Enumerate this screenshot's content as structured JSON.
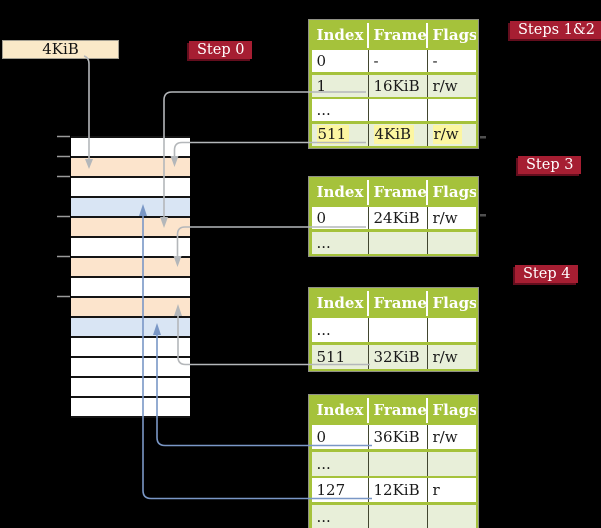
{
  "colors": {
    "background": "#000000",
    "box_wheat": "#FAE9C8",
    "label_red": "#A61E32",
    "table_header_green": "#A5C23B",
    "table_row_green": "#E8EFD9",
    "memory_orange": "#FCE4CC",
    "memory_blue": "#D9E5F4",
    "highlight_yellow": "#FCF6A1",
    "arrow_gray": "#B4B7BA",
    "arrow_blue": "#7A97C6"
  },
  "page_size_box": {
    "label": "4KiB"
  },
  "step_labels": {
    "step0": "Step 0",
    "steps12": "Steps 1&2",
    "step3": "Step 3",
    "step4": "Step 4"
  },
  "page_tables": [
    {
      "headers": [
        "Index",
        "Frame",
        "Flags"
      ],
      "rows": [
        {
          "index": "0",
          "frame": "-",
          "flags": "-",
          "shade": "white",
          "highlight": false
        },
        {
          "index": "1",
          "frame": "16KiB",
          "flags": "r/w",
          "shade": "green",
          "highlight": false
        },
        {
          "index": "...",
          "frame": "",
          "flags": "",
          "shade": "white",
          "highlight": false
        },
        {
          "index": "511",
          "frame": "4KiB",
          "flags": "r/w",
          "shade": "green",
          "highlight": true
        }
      ]
    },
    {
      "headers": [
        "Index",
        "Frame",
        "Flags"
      ],
      "rows": [
        {
          "index": "0",
          "frame": "24KiB",
          "flags": "r/w",
          "shade": "white",
          "highlight": false
        },
        {
          "index": "...",
          "frame": "",
          "flags": "",
          "shade": "green",
          "highlight": false
        }
      ]
    },
    {
      "headers": [
        "Index",
        "Frame",
        "Flags"
      ],
      "rows": [
        {
          "index": "...",
          "frame": "",
          "flags": "",
          "shade": "white",
          "highlight": false
        },
        {
          "index": "511",
          "frame": "32KiB",
          "flags": "r/w",
          "shade": "green",
          "highlight": false
        }
      ]
    },
    {
      "headers": [
        "Index",
        "Frame",
        "Flags"
      ],
      "rows": [
        {
          "index": "0",
          "frame": "36KiB",
          "flags": "r/w",
          "shade": "white",
          "highlight": false
        },
        {
          "index": "...",
          "frame": "",
          "flags": "",
          "shade": "green",
          "highlight": false
        },
        {
          "index": "127",
          "frame": "12KiB",
          "flags": "r",
          "shade": "white",
          "highlight": false
        },
        {
          "index": "...",
          "frame": "",
          "flags": "",
          "shade": "green",
          "highlight": false
        }
      ]
    }
  ],
  "memory_column": {
    "rows": [
      {
        "shade": "white"
      },
      {
        "shade": "orange"
      },
      {
        "shade": "white"
      },
      {
        "shade": "blue"
      },
      {
        "shade": "orange"
      },
      {
        "shade": "white"
      },
      {
        "shade": "orange"
      },
      {
        "shade": "white"
      },
      {
        "shade": "orange"
      },
      {
        "shade": "blue"
      },
      {
        "shade": "white"
      },
      {
        "shade": "white"
      },
      {
        "shade": "white"
      },
      {
        "shade": "white"
      }
    ]
  }
}
